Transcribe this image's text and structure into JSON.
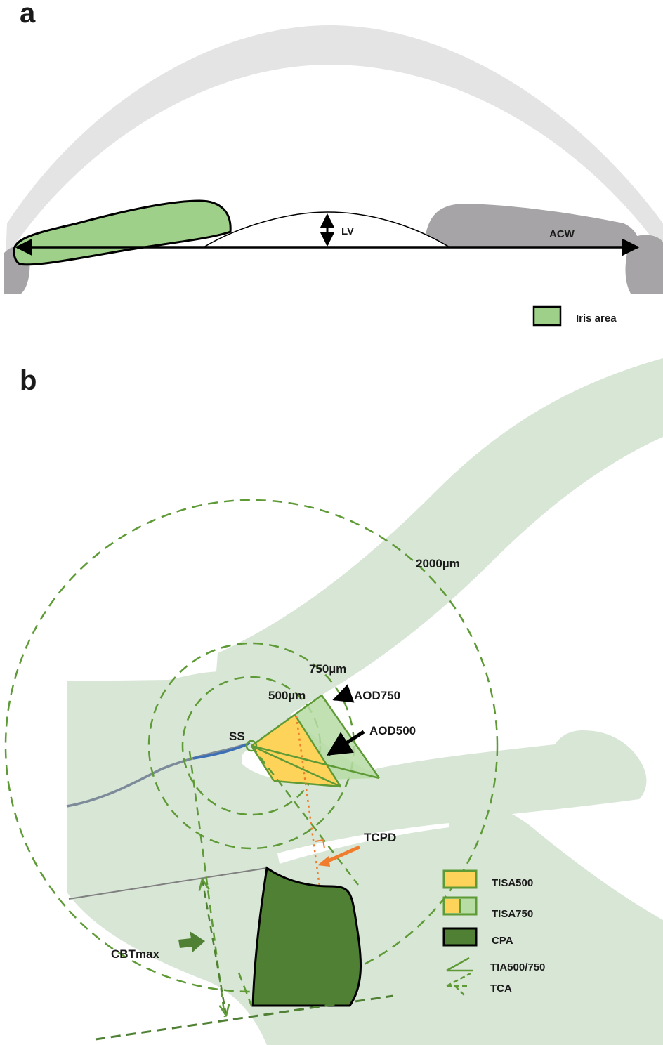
{
  "panel_a": {
    "label": "a",
    "labels": {
      "lv": "LV",
      "acw": "ACW"
    },
    "legend": {
      "iris_area": "Iris area"
    }
  },
  "panel_b": {
    "label": "b",
    "labels": {
      "r2000": "2000µm",
      "r750": "750µm",
      "r500": "500µm",
      "ss": "SS",
      "aod750": "AOD750",
      "aod500": "AOD500",
      "tcpd": "TCPD",
      "cbtmax": "CBTmax"
    },
    "legend": {
      "tisa500": "TISA500",
      "tisa750": "TISA750",
      "cpa": "CPA",
      "tia": "TIA500/750",
      "tca": "TCA"
    }
  },
  "colors": {
    "iris_green": "#9fd089",
    "tissue_green": "#d8e6d6",
    "cornea_grey": "#e4e4e4",
    "sclera_grey": "#a6a4a6",
    "dashed_green": "#5e9a36",
    "cpa_green": "#4f8034",
    "tisa_yellow": "#fdd35a",
    "tisa_green": "#b7dca4",
    "tcpd_orange": "#ef7d2d",
    "trabecular_blue": "#3c6fb4"
  }
}
